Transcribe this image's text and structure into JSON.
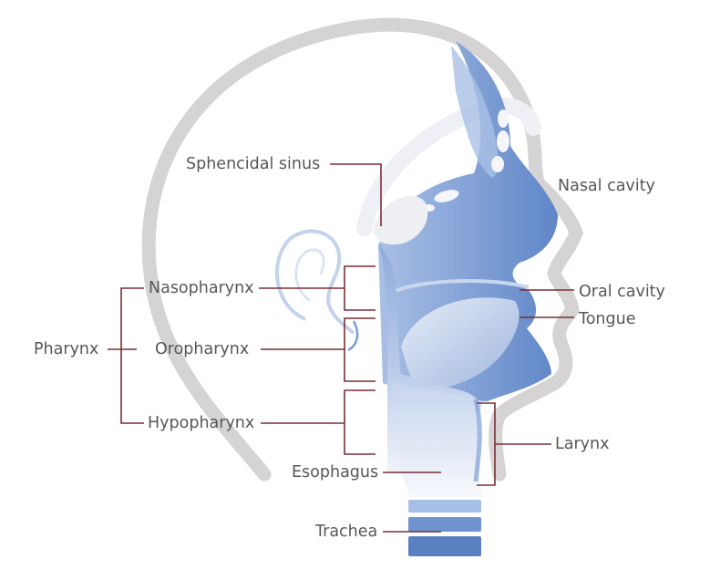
{
  "labels": {
    "sphenoidal_sinus": "Sphencidal sinus",
    "nasal_cavity": "Nasal cavity",
    "nasopharynx": "Nasopharynx",
    "oral_cavity": "Oral cavity",
    "tongue": "Tongue",
    "pharynx": "Pharynx",
    "oropharynx": "Oropharynx",
    "hypopharynx": "Hypopharynx",
    "larynx": "Larynx",
    "esophagus": "Esophagus",
    "trachea": "Trachea"
  },
  "colors": {
    "leader_line": "#7a2f36",
    "label_text": "#5a5658",
    "head_outline": "#d6d3d4",
    "tract_blue": "#6f93cf",
    "tract_light": "#dfe6f4"
  }
}
